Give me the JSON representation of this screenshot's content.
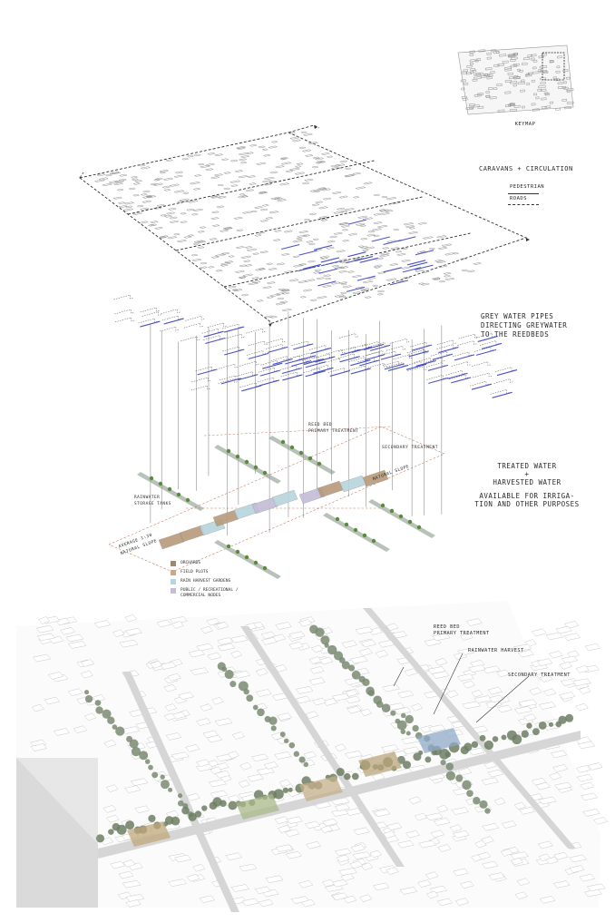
{
  "keymap": {
    "label": "KEYMAP"
  },
  "caravans": {
    "title": "CARAVANS + CIRCULATION",
    "pedestrian": "PEDESTRIAN",
    "roads": "ROADS"
  },
  "grey_water": {
    "lines": [
      "GREY WATER PIPES",
      "DIRECTING GREYWATER",
      "TO THE REEDBEDS"
    ]
  },
  "treated": {
    "line1": "TREATED WATER",
    "plus": "+",
    "line2": "HARVESTED WATER",
    "line3": "AVAILABLE FOR IRRIGA-",
    "line4": "TION AND OTHER PURPOSES"
  },
  "diagram_labels": {
    "reed_bed": "REED BED",
    "primary": "PRIMARY TREATMENT",
    "secondary": "SECONDARY TREATMENT",
    "rainwater_1": "RAINWATER",
    "rainwater_2": "STORAGE TANKS",
    "slope_left_1": "AVERAGE 1:30",
    "slope_left_2": "NATURAL SLOPE",
    "slope_right": "NATURAL SLOPE"
  },
  "legend": [
    {
      "label": "ORCHARDS",
      "color": "#9c8a72"
    },
    {
      "label": "FIELD PLOTS",
      "color": "#c8a888"
    },
    {
      "label": "RAIN HARVEST GARDENS",
      "color": "#b8d4dc"
    },
    {
      "label": "PUBLIC / RECREATIONAL / COMMERCIAL NODES",
      "color": "#c4bcd8"
    }
  ],
  "aerial_labels": {
    "reed_bed_1": "REED BED",
    "reed_bed_2": "PRIMARY TREATMENT",
    "rainwater": "RAINWATER HARVEST",
    "secondary": "SECONDARY TREATMENT"
  },
  "colors": {
    "pipe": "#4a52c8",
    "reed": "#5c8a3c",
    "road": "#d0d0d0",
    "plot_brown": "#b89a7a",
    "plot_blue": "#b8d4dc",
    "plot_purple": "#c4bcd8"
  }
}
